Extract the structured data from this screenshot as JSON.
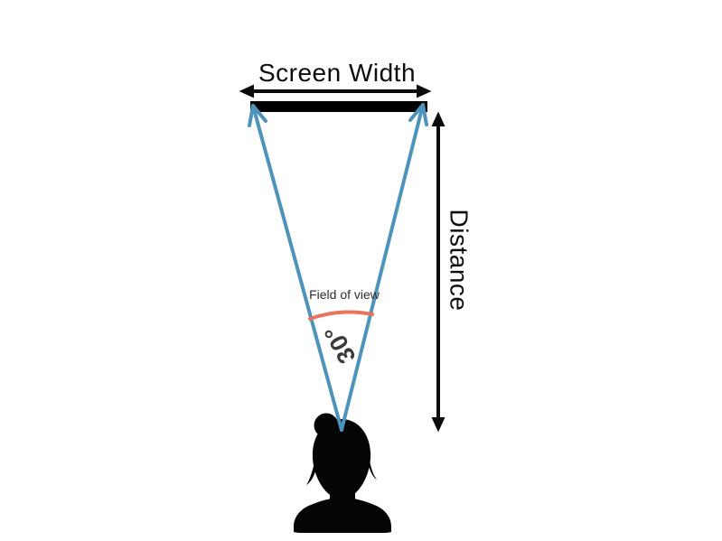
{
  "diagram": {
    "background": "#ffffff",
    "ink_color": "#0b0b0b",
    "screen": {
      "label": "Screen Width",
      "bar_color": "#000000"
    },
    "distance": {
      "label": "Distance"
    },
    "fov": {
      "label": "Field of view",
      "angle_label": "30°",
      "angle_value_degrees": 30,
      "line_color": "#4d93bb",
      "arc_color": "#e8745c"
    },
    "viewer": {
      "icon": "person-bust-silhouette",
      "color": "#050505"
    }
  }
}
